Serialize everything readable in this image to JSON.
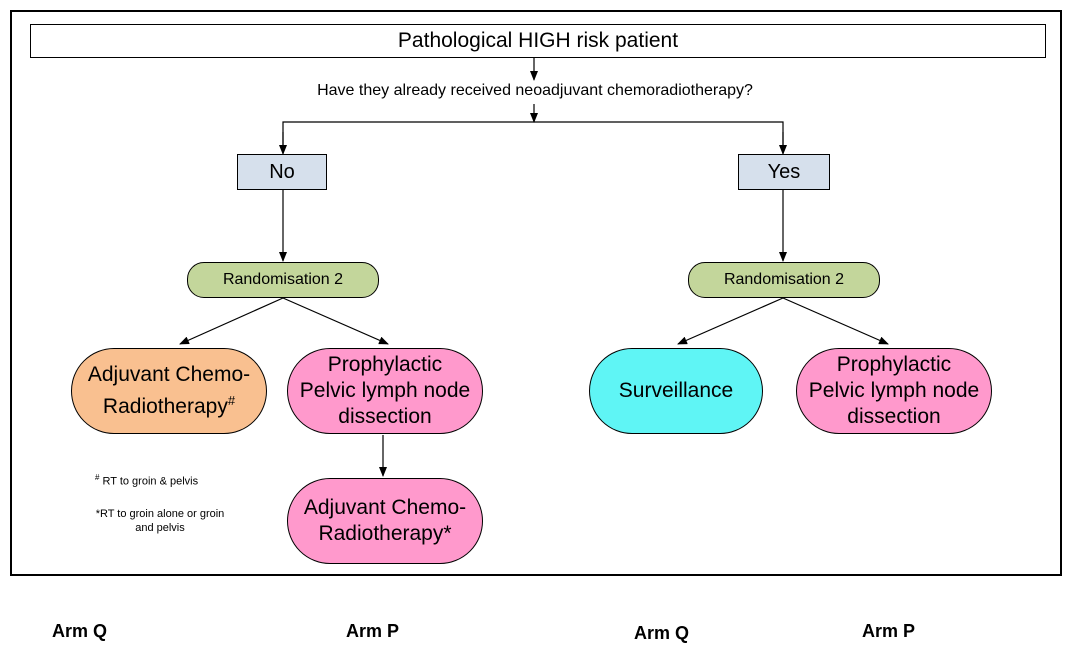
{
  "diagram": {
    "title": "Pathological HIGH risk patient",
    "question": "Have they already received neoadjuvant chemoradiotherapy?",
    "left_branch": {
      "label": "No",
      "randomisation": "Randomisation 2",
      "option_a": {
        "line1": "Adjuvant Chemo-",
        "line2": "Radiotherapy",
        "superscript": "#"
      },
      "option_b": {
        "line1": "Prophylactic",
        "line2": "Pelvic lymph node",
        "line3": "dissection"
      },
      "option_b_followup": {
        "line1": "Adjuvant Chemo-",
        "line2": "Radiotherapy*"
      }
    },
    "right_branch": {
      "label": "Yes",
      "randomisation": "Randomisation 2",
      "option_a": {
        "line1": "Surveillance"
      },
      "option_b": {
        "line1": "Prophylactic",
        "line2": "Pelvic lymph node",
        "line3": "dissection"
      }
    },
    "footnotes": {
      "hash_symbol": "#",
      "hash_text": " RT to groin & pelvis",
      "star_line1": "*RT to groin alone or groin",
      "star_line2": "and pelvis"
    },
    "arm_labels": [
      "Arm Q",
      "Arm P",
      "Arm Q",
      "Arm P"
    ],
    "colors": {
      "decision_box": "#d6e0ec",
      "randomisation": "#c3d69b",
      "chemoradiotherapy": "#f9c090",
      "dissection": "#ff99cc",
      "surveillance": "#5ff5f5"
    }
  }
}
